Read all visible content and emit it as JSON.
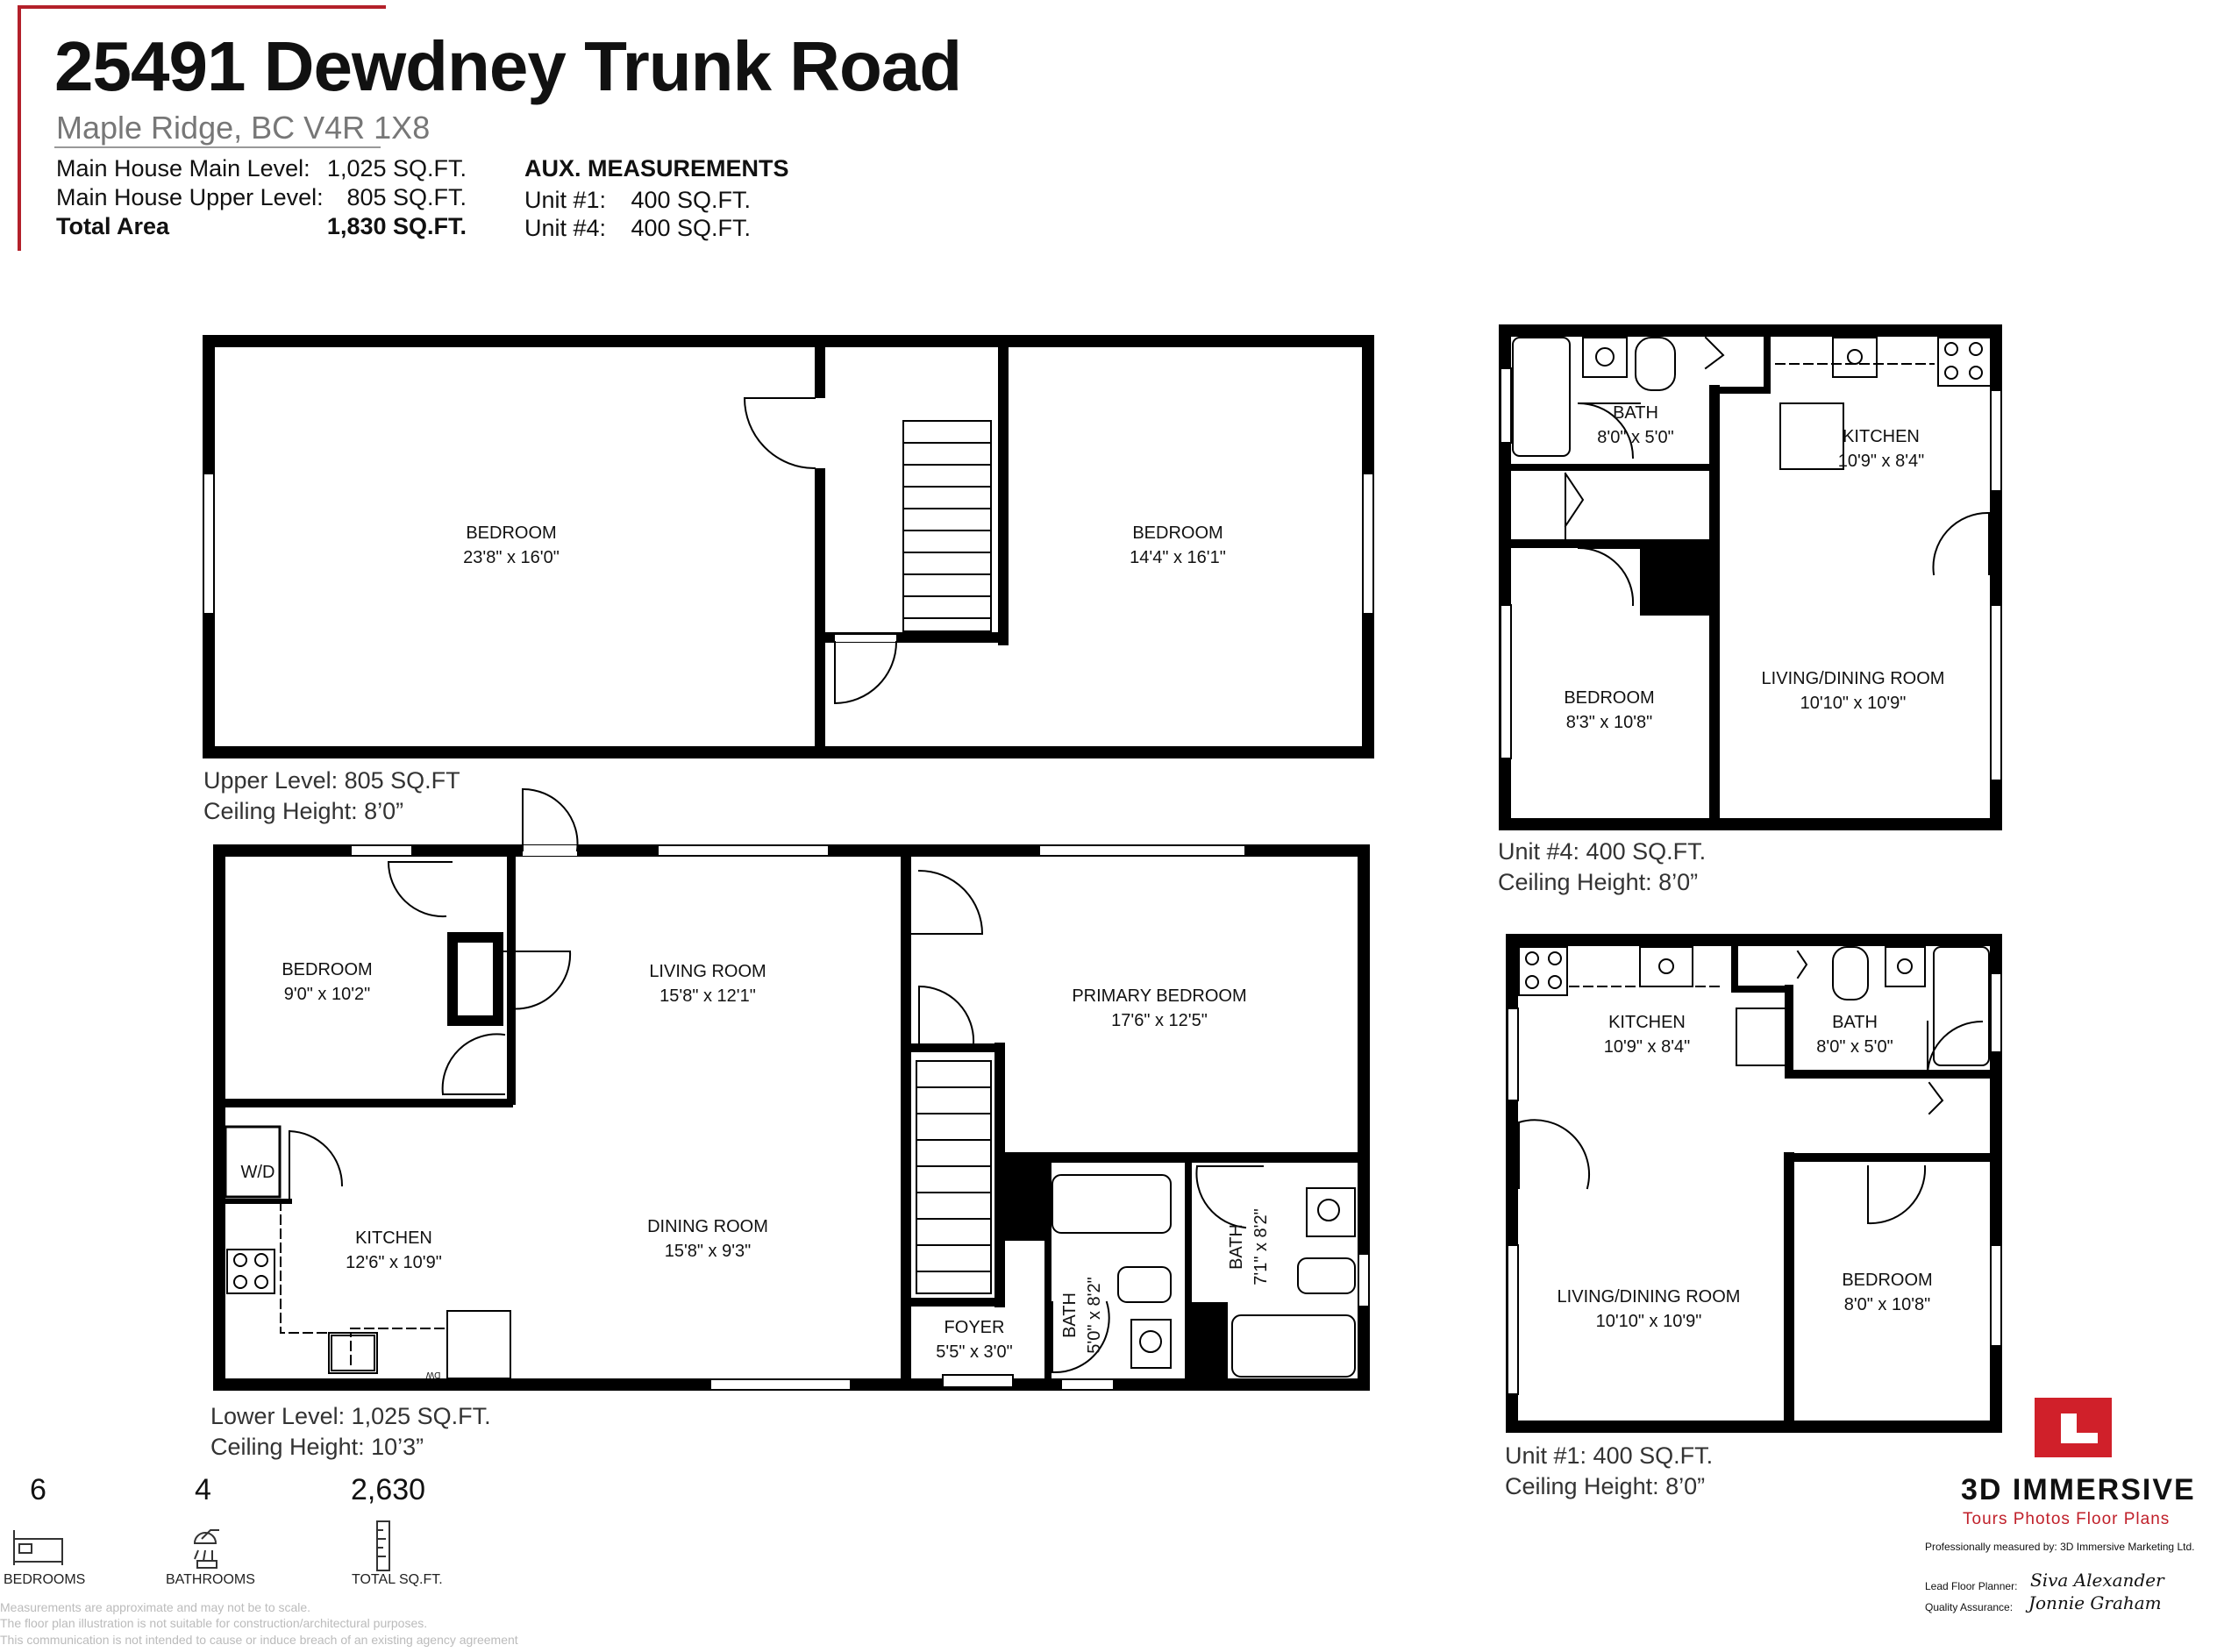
{
  "header": {
    "title": "25491 Dewdney Trunk Road",
    "subtitle": "Maple Ridge, BC V4R 1X8",
    "areas": [
      {
        "label": "Main House Main Level:",
        "value": "1,025 SQ.FT."
      },
      {
        "label": "Main House Upper Level:",
        "value": "805 SQ.FT."
      },
      {
        "label": "Total Area",
        "value": "1,830 SQ.FT."
      }
    ],
    "aux_title": "AUX. MEASUREMENTS",
    "aux": [
      {
        "label": "Unit #1:",
        "value": "400  SQ.FT."
      },
      {
        "label": "Unit #4:",
        "value": "400  SQ.FT."
      }
    ]
  },
  "upper": {
    "level_label": "Upper Level: 805 SQ.FT",
    "ceiling": "Ceiling Height: 8’0”",
    "rooms": [
      {
        "name": "BEDROOM",
        "dim": "23'8\" x 16'0\""
      },
      {
        "name": "BEDROOM",
        "dim": "14'4\" x 16'1\""
      }
    ]
  },
  "lower": {
    "level_label": "Lower Level: 1,025 SQ.FT.",
    "ceiling": "Ceiling Height: 10’3”",
    "rooms": [
      {
        "name": "BEDROOM",
        "dim": "9'0\" x 10'2\""
      },
      {
        "name": "LIVING ROOM",
        "dim": "15'8\" x 12'1\""
      },
      {
        "name": "PRIMARY BEDROOM",
        "dim": "17'6\" x 12'5\""
      },
      {
        "name": "KITCHEN",
        "dim": "12'6\" x 10'9\""
      },
      {
        "name": "DINING ROOM",
        "dim": "15'8\" x 9'3\""
      },
      {
        "name": "FOYER",
        "dim": "5'5\" x 3'0\""
      },
      {
        "name": "BATH",
        "dim": "5'0\" x 8'2\""
      },
      {
        "name": "BATH",
        "dim": "7'1\" x 8'2\""
      }
    ],
    "wd": "W/D",
    "dw": "DW"
  },
  "unit4": {
    "level_label": "Unit #4: 400 SQ.FT.",
    "ceiling": "Ceiling Height: 8’0”",
    "rooms": [
      {
        "name": "BATH",
        "dim": "8'0\" x 5'0\""
      },
      {
        "name": "KITCHEN",
        "dim": "10'9\" x 8'4\""
      },
      {
        "name": "BEDROOM",
        "dim": "8'3\" x 10'8\""
      },
      {
        "name": "LIVING/DINING ROOM",
        "dim": "10'10\" x 10'9\""
      }
    ]
  },
  "unit1": {
    "level_label": "Unit #1: 400 SQ.FT.",
    "ceiling": "Ceiling Height: 8’0”",
    "rooms": [
      {
        "name": "KITCHEN",
        "dim": "10'9\" x 8'4\""
      },
      {
        "name": "BATH",
        "dim": "8'0\" x 5'0\""
      },
      {
        "name": "LIVING/DINING ROOM",
        "dim": "10'10\" x 10'9\""
      },
      {
        "name": "BEDROOM",
        "dim": "8'0\" x 10'8\""
      }
    ]
  },
  "stats": [
    {
      "value": "6",
      "label": "BEDROOMS",
      "icon": "bed-icon"
    },
    {
      "value": "4",
      "label": "BATHROOMS",
      "icon": "shower-icon"
    },
    {
      "value": "2,630",
      "label": "TOTAL SQ.FT.",
      "icon": "ruler-icon"
    }
  ],
  "disclaimer": [
    "Measurements are approximate and may not be to scale.",
    "The floor plan illustration is not suitable for construction/architectural purposes.",
    "This communication is not intended to cause or induce breach of an existing agency agreement"
  ],
  "brand": {
    "name": "3D IMMERSIVE",
    "tagline": "Tours  Photos  Floor Plans",
    "measured_by": "Professionally measured by: 3D Immersive Marketing Ltd.",
    "lead_label": "Lead Floor Planner:",
    "lead_sig": "Siva Alexander",
    "qa_label": "Quality Assurance:",
    "qa_sig": "Jonnie Graham",
    "color": "#d0202a"
  }
}
